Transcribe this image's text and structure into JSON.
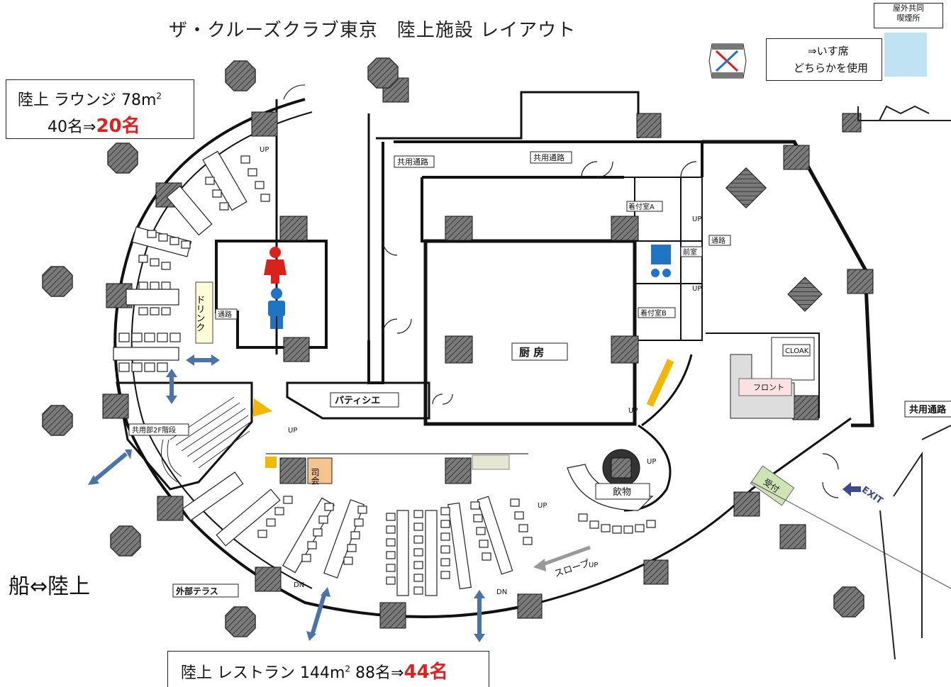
{
  "title": "ザ・クルーズクラブ東京　陸上施設 レイアウト",
  "lounge": {
    "name": "陸上 ラウンジ 78m",
    "sup": "2",
    "capacity_before": "40名⇒",
    "capacity_after": "20名"
  },
  "restaurant": {
    "name": "陸上 レストラン 144m",
    "sup": "2",
    "capacity_before": " 88名⇒",
    "capacity_after": "44名"
  },
  "ship_land": "船⇔陸上",
  "legend": {
    "line1": "⇒いす席",
    "line2": "どちらかを使用"
  },
  "smoking": {
    "line1": "屋外共同",
    "line2": "喫煙所"
  },
  "labels": {
    "common_passage_1": "共用通路",
    "common_passage_2": "共用通路",
    "common_passage_3": "共用通路",
    "dressing_a": "着付室A",
    "dressing_b": "着付室B",
    "front_room": "前室",
    "passage_1": "通路",
    "passage_2": "通路",
    "drink": "ドリンク",
    "kitchen": "厨 房",
    "patissier": "パティシエ",
    "stairs": "共用部2F階段",
    "mc": "司会",
    "drinks": "飲物",
    "front": "フロント",
    "cloak": "CLOAK",
    "reception": "受付",
    "exit": "EXIT",
    "slope": "スロープ",
    "terrace": "外部テラス",
    "up": "UP",
    "dn": "DN"
  },
  "colors": {
    "accent_red": "#e02020",
    "arrow_blue": "#4a74a8",
    "door_yellow": "#f2b705",
    "wall": "#111111"
  }
}
